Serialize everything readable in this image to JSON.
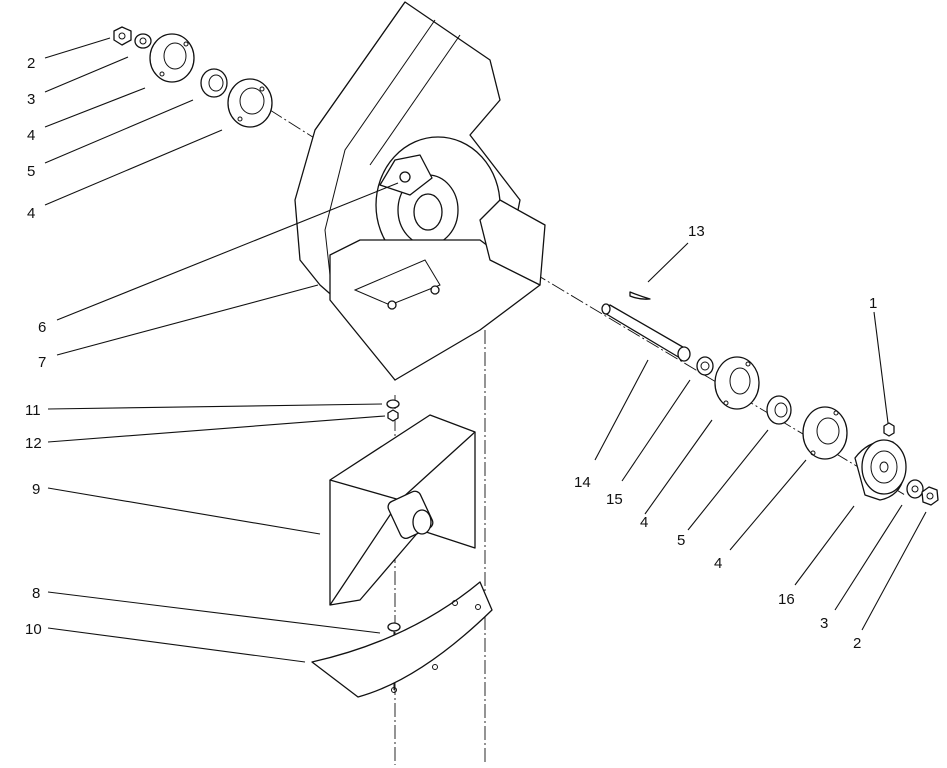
{
  "callouts": [
    {
      "id": "c2a",
      "text": "2"
    },
    {
      "id": "c3a",
      "text": "3"
    },
    {
      "id": "c4a",
      "text": "4"
    },
    {
      "id": "c5a",
      "text": "5"
    },
    {
      "id": "c4b",
      "text": "4"
    },
    {
      "id": "c6",
      "text": "6"
    },
    {
      "id": "c7",
      "text": "7"
    },
    {
      "id": "c11",
      "text": "11"
    },
    {
      "id": "c12",
      "text": "12"
    },
    {
      "id": "c9",
      "text": "9"
    },
    {
      "id": "c8",
      "text": "8"
    },
    {
      "id": "c10",
      "text": "10"
    },
    {
      "id": "c13",
      "text": "13"
    },
    {
      "id": "c1",
      "text": "1"
    },
    {
      "id": "c14",
      "text": "14"
    },
    {
      "id": "c15",
      "text": "15"
    },
    {
      "id": "c4c",
      "text": "4"
    },
    {
      "id": "c5b",
      "text": "5"
    },
    {
      "id": "c4d",
      "text": "4"
    },
    {
      "id": "c16",
      "text": "16"
    },
    {
      "id": "c3b",
      "text": "3"
    },
    {
      "id": "c2b",
      "text": "2"
    }
  ]
}
